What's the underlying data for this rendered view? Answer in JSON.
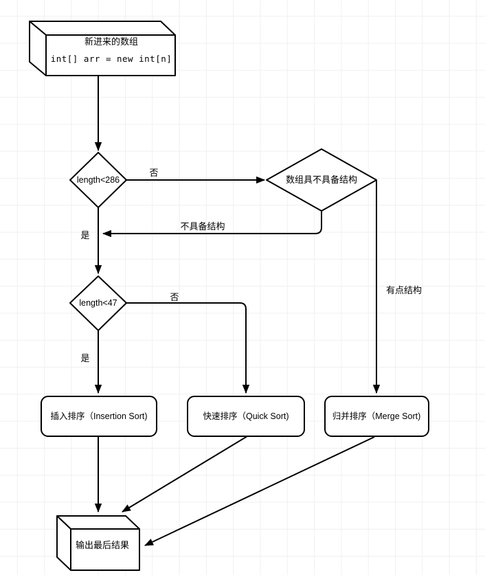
{
  "nodes": {
    "input_box": {
      "title": "新进来的数组",
      "code": "int[] arr = new int[n]"
    },
    "decision_length_286": {
      "label": "length<286"
    },
    "decision_structure": {
      "label": "数组具不具备结构"
    },
    "decision_length_47": {
      "label": "length<47"
    },
    "insertion_sort": {
      "label": "插入排序（Insertion Sort)"
    },
    "quick_sort": {
      "label": "快速排序（Quick Sort)"
    },
    "merge_sort": {
      "label": "归并排序（Merge Sort)"
    },
    "output_box": {
      "label": "输出最后结果"
    }
  },
  "edge_labels": {
    "no_1": "否",
    "yes_1": "是",
    "no_structure": "不具备结构",
    "no_2": "否",
    "yes_2": "是",
    "some_structure": "有点结构"
  },
  "colors": {
    "stroke": "#000000",
    "node_fill": "#ffffff",
    "grid_line": "#f0f0f3",
    "background": "#ffffff"
  }
}
